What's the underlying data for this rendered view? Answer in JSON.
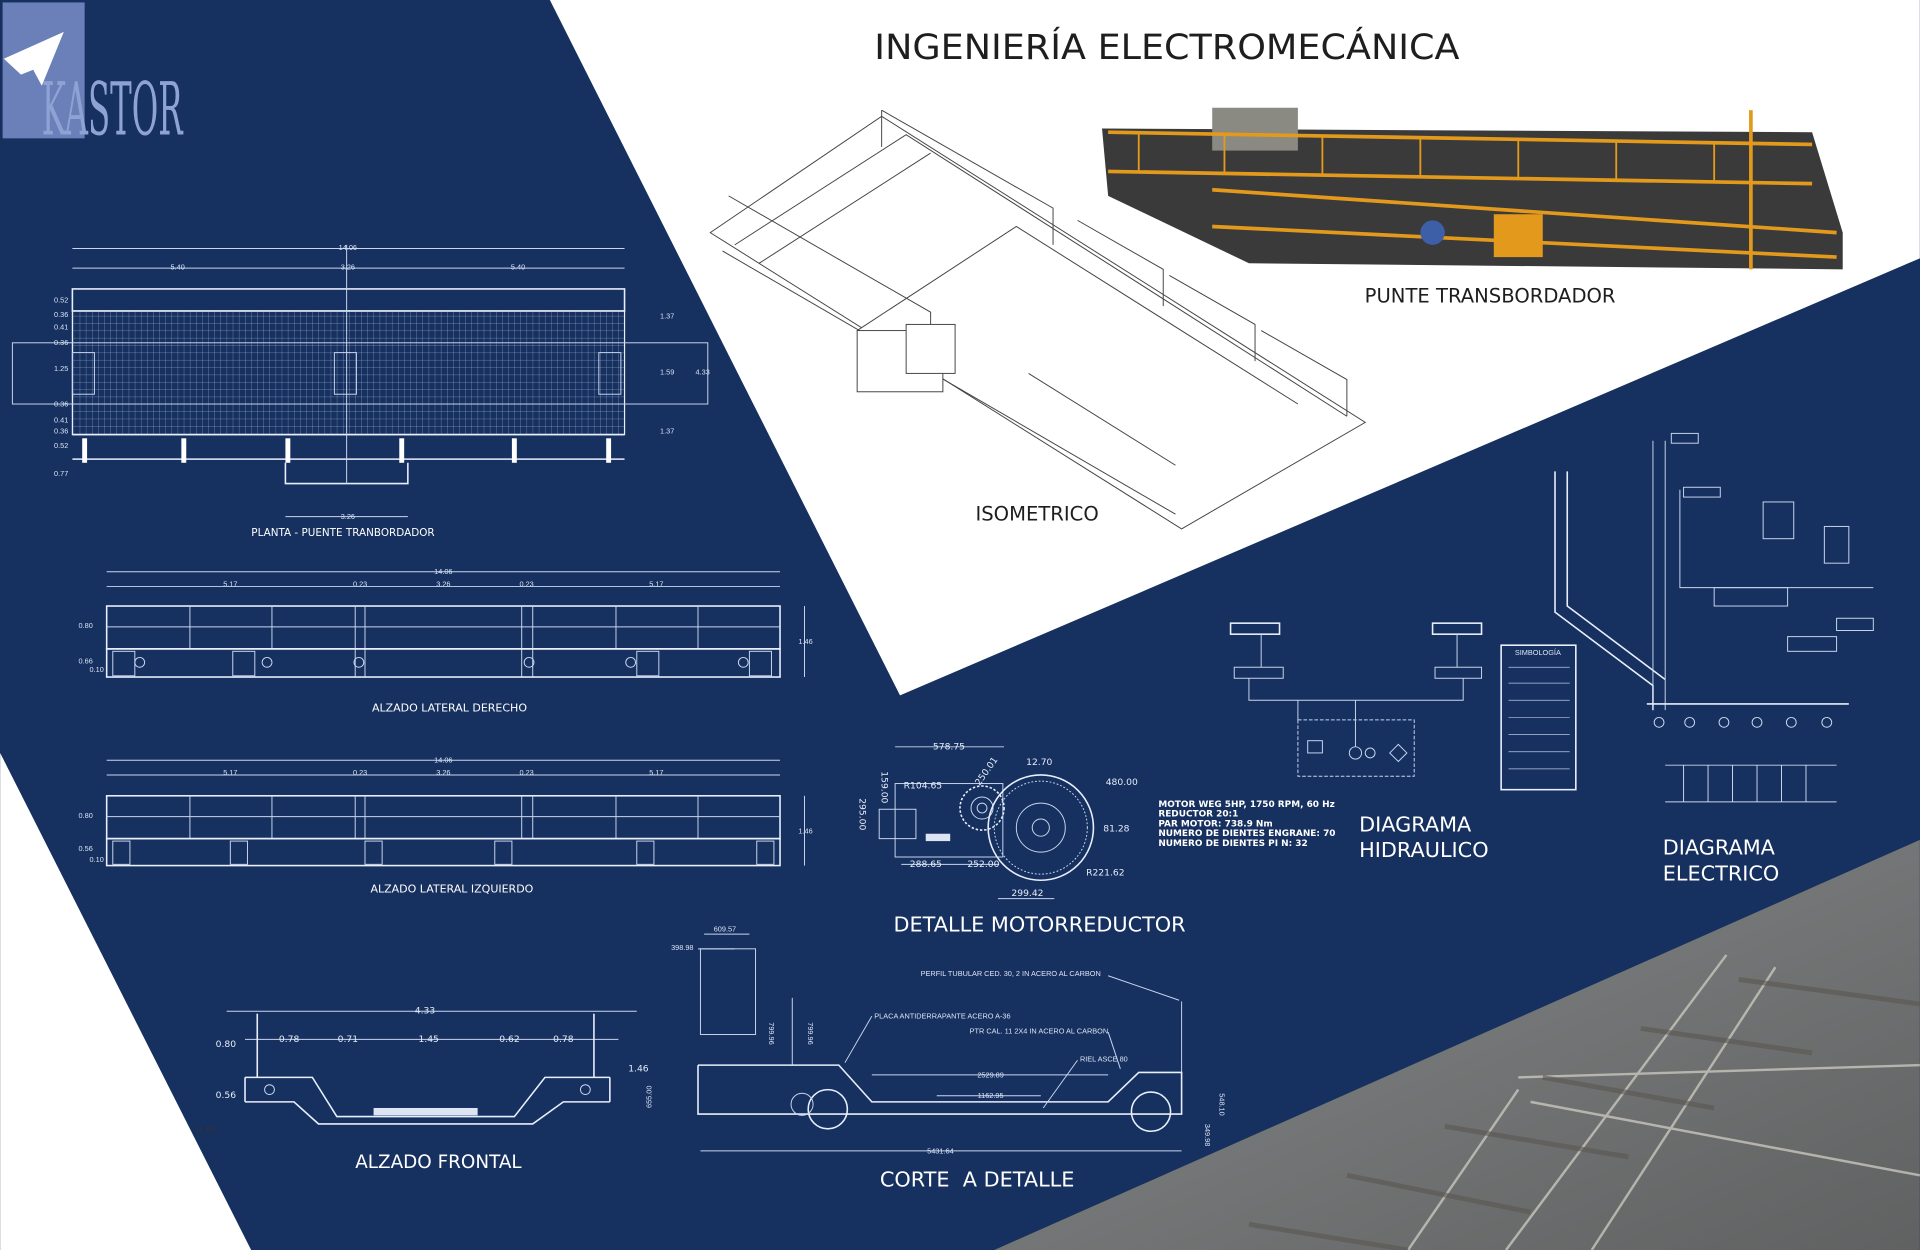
{
  "logo": {
    "text": "KASTOR"
  },
  "title": "INGENIERÍA ELECTROMECÁNICA",
  "colors": {
    "navy": "#16305f",
    "line": "#c9d6ee",
    "orange": "#e39a1c",
    "logo_box": "#6b7fb9"
  },
  "labels": {
    "puente": "PUNTE TRANSBORDADOR",
    "isometrico": "ISOMETRICO",
    "planta": "PLANTA - PUENTE TRANBORDADOR",
    "alzado_der": "ALZADO LATERAL DERECHO",
    "alzado_izq": "ALZADO LATERAL IZQUIERDO",
    "alzado_frontal": "ALZADO FRONTAL",
    "detalle_motor": "DETALLE MOTORREDUCTOR",
    "corte": "CORTE  A DETALLE",
    "diag_hid": [
      "DIAGRAMA",
      "HIDRAULICO"
    ],
    "diag_elec": [
      "DIAGRAMA",
      "ELECTRICO"
    ],
    "simbologia": "SIMBOLOGÍA"
  },
  "motor_specs": [
    "MOTOR WEG 5HP, 1750 RPM, 60 Hz",
    "REDUCTOR 20:1",
    "PAR MOTOR: 738.9 Nm",
    "NUMERO DE DIENTES ENGRANE: 70",
    "NUMERO DE DIENTES PI  N: 32"
  ],
  "dims": {
    "planta": {
      "top": [
        "14.06",
        "5.40",
        "3.26",
        "5.40"
      ],
      "left": [
        "0.52",
        "0.36",
        "0.41",
        "0.36",
        "1.25",
        "0.36",
        "0.41",
        "0.36",
        "0.52",
        "0.77"
      ],
      "right": [
        "1.37",
        "1.59",
        "1.37",
        "4.33"
      ],
      "bottom": "3.26"
    },
    "alzado_der": {
      "top": [
        "14.06",
        "5.17",
        "0.23",
        "3.26",
        "0.23",
        "5.17"
      ],
      "left": [
        "0.80",
        "0.66",
        "0.10"
      ],
      "right": "1.46"
    },
    "alzado_izq": {
      "top": [
        "14.06",
        "5.17",
        "0.23",
        "3.26",
        "0.23",
        "5.17"
      ],
      "left": [
        "0.80",
        "0.56",
        "0.10"
      ],
      "right": "1.46"
    },
    "frontal": {
      "top": "4.33",
      "sub": [
        "0.78",
        "0.71",
        "1.45",
        "0.62",
        "0.78"
      ],
      "left": [
        "0.80",
        "0.56",
        "0.10"
      ],
      "right": "1.46"
    },
    "motor": [
      "578.75",
      "12.70",
      "250.01",
      "R104.65",
      "480.00",
      "159.00",
      "295.00",
      "81.28",
      "288.65",
      "252.00",
      "R221.62",
      "299.42"
    ],
    "corte": [
      "609.57",
      "398.98",
      "799.96",
      "799.96",
      "655.00",
      "2529.89",
      "1162.95",
      "5431.64",
      "548.10",
      "349.98"
    ],
    "corte_notes": [
      "PERFIL TUBULAR CED. 30, 2 IN ACERO AL CARBON",
      "PLACA ANTIDERRAPANTE ACERO A-36",
      "PTR CAL. 11 2X4 IN ACERO AL CARBON",
      "RIEL ASCE 80"
    ]
  }
}
